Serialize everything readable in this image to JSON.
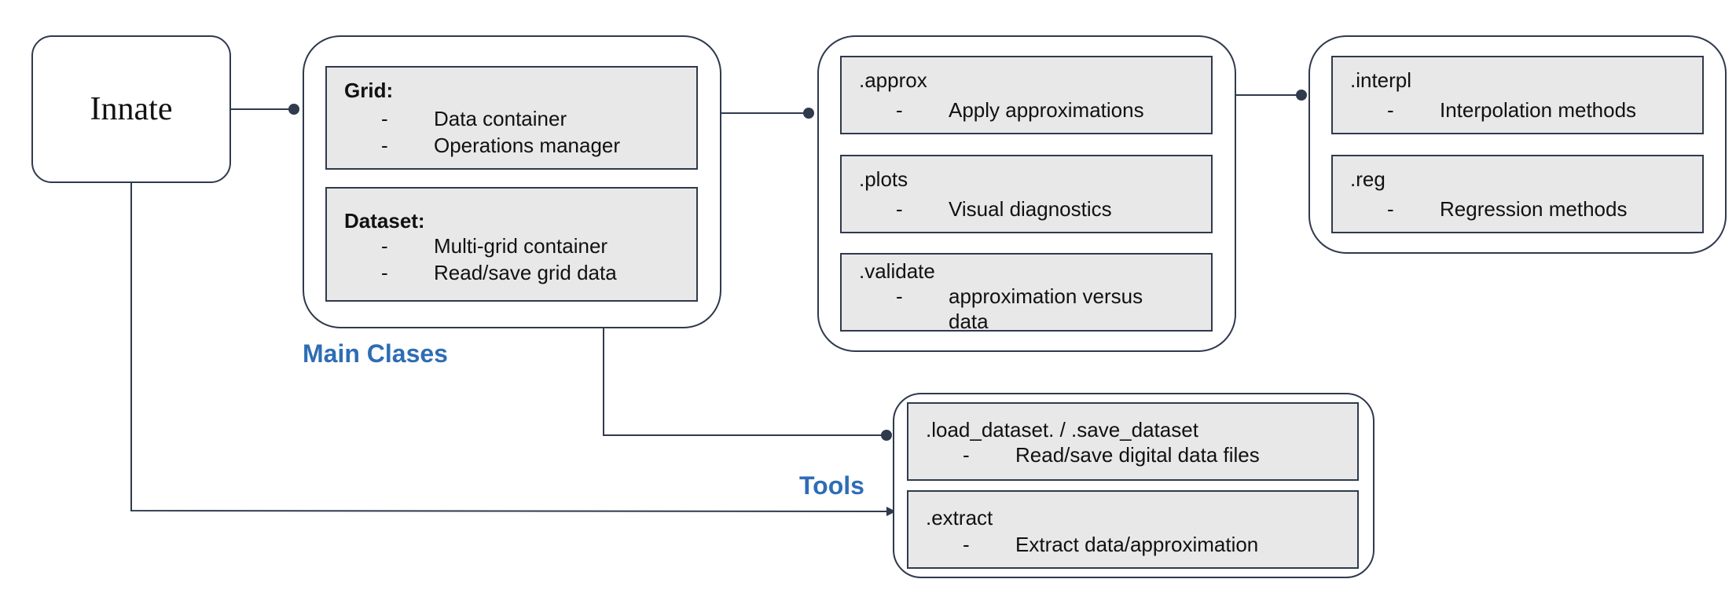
{
  "root": {
    "title": "Innate"
  },
  "main_classes": {
    "label": "Main Clases",
    "grid": {
      "title": "Grid:",
      "items": [
        "Data container",
        "Operations  manager"
      ]
    },
    "dataset": {
      "title": "Dataset:",
      "items": [
        "Multi-grid container",
        "Read/save grid data"
      ]
    }
  },
  "grid_methods": {
    "approx": {
      "title": ".approx",
      "items": [
        "Apply approximations"
      ]
    },
    "plots": {
      "title": ".plots",
      "items": [
        "Visual diagnostics"
      ]
    },
    "validate": {
      "title": ".validate",
      "items": [
        "approximation versus",
        "data"
      ]
    }
  },
  "approx_methods": {
    "interpl": {
      "title": ".interpl",
      "items": [
        "Interpolation methods"
      ]
    },
    "reg": {
      "title": ".reg",
      "items": [
        "Regression methods"
      ]
    }
  },
  "tools": {
    "label": "Tools",
    "load_save": {
      "title": ".load_dataset. / .save_dataset",
      "items": [
        "Read/save digital data files"
      ]
    },
    "extract": {
      "title": ".extract",
      "items": [
        "Extract  data/approximation"
      ]
    }
  },
  "bullet_marker": "-",
  "colors": {
    "border": "#2f3a4d",
    "card_fill": "#e8e8e8",
    "label_blue": "#2e6db4"
  }
}
